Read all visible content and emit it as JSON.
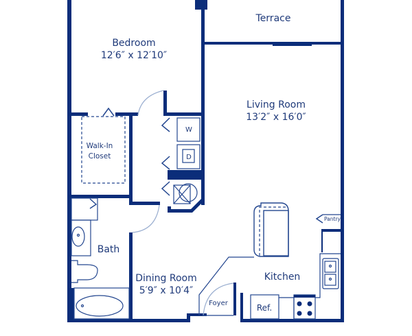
{
  "colors": {
    "wall": "#0b2d7a",
    "fixture": "#23468f",
    "text": "#1f3a7a",
    "door_arc": "#9aaed0",
    "background": "#ffffff"
  },
  "rooms": {
    "terrace": {
      "name": "Terrace"
    },
    "bedroom": {
      "name": "Bedroom",
      "dims": "12′6″ x 12′10″"
    },
    "living": {
      "name": "Living Room",
      "dims": "13′2″ x 16′0″"
    },
    "closet": {
      "line1": "Walk-In",
      "line2": "Closet"
    },
    "bath": {
      "name": "Bath"
    },
    "dining": {
      "name": "Dining Room",
      "dims": "5′9″ x 10′4″"
    },
    "kitchen": {
      "name": "Kitchen"
    },
    "foyer": {
      "name": "Foyer"
    },
    "pantry": {
      "name": "Pantry"
    }
  },
  "fixtures": {
    "washer": "W",
    "dryer": "D",
    "fridge": "Ref."
  }
}
